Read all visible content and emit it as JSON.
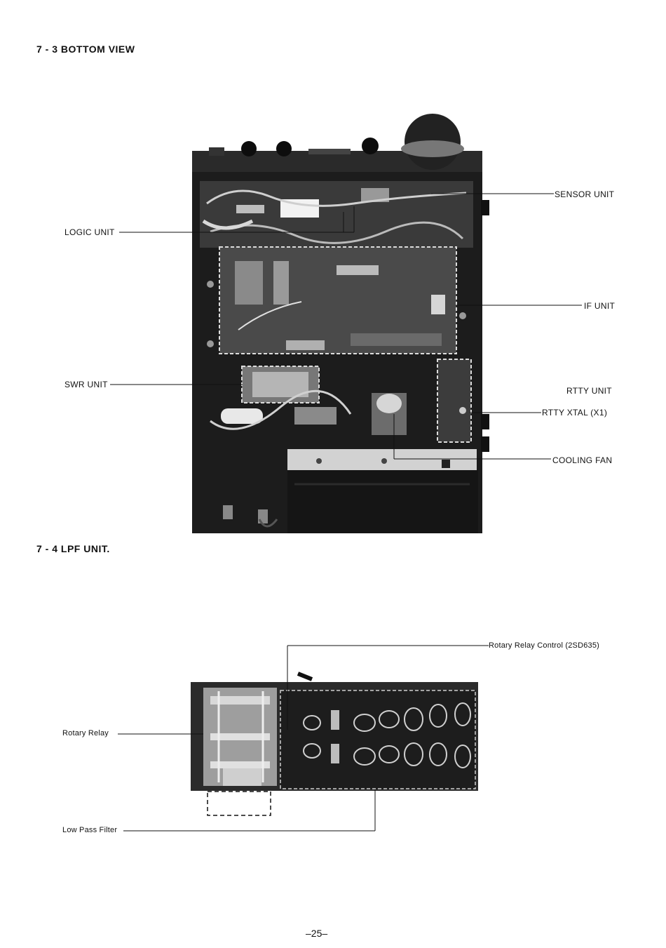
{
  "section_bottom": {
    "heading": "7 - 3   BOTTOM VIEW",
    "labels": {
      "sensor_unit": "SENSOR UNIT",
      "logic_unit": "LOGIC UNIT",
      "if_unit": "IF UNIT",
      "swr_unit": "SWR UNIT",
      "rtty_unit": "RTTY UNIT",
      "rtty_xtal": "RTTY XTAL (X1)",
      "cooling_fan": "COOLING FAN"
    }
  },
  "section_lpf": {
    "heading": "7 - 4   LPF UNIT.",
    "labels": {
      "rotary_relay_control": "Rotary Relay Control (2SD635)",
      "rotary_relay": "Rotary Relay",
      "low_pass_filter": "Low Pass Filter"
    }
  },
  "page_number": "–25–"
}
